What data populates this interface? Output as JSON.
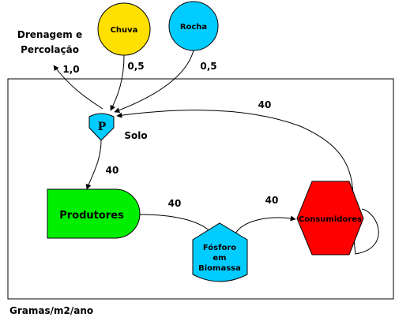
{
  "colors": {
    "chuva": "#FFE000",
    "rocha": "#00CCFF",
    "solo": "#00CCFF",
    "produtores": "#00EE00",
    "fosforo": "#00CCFF",
    "consumidores": "#FF0000"
  },
  "sources": {
    "drenagem": [
      "Drenagem e",
      "Percolação"
    ],
    "chuva": "Chuva",
    "rocha": "Rocha"
  },
  "nodes": {
    "solo_symbol": "P",
    "solo_label": "Solo",
    "produtores": "Produtores",
    "fosforo": [
      "Fósforo",
      "em",
      "Biomassa"
    ],
    "consumidores": "Consumidores"
  },
  "flows": {
    "drenagem": "1,0",
    "chuva": "0,5",
    "rocha": "0,5",
    "retorno": "40",
    "solo_produtores": "40",
    "produtores_fosforo": "40",
    "fosforo_consumidores": "40"
  },
  "units": "Gramas/m2/ano"
}
